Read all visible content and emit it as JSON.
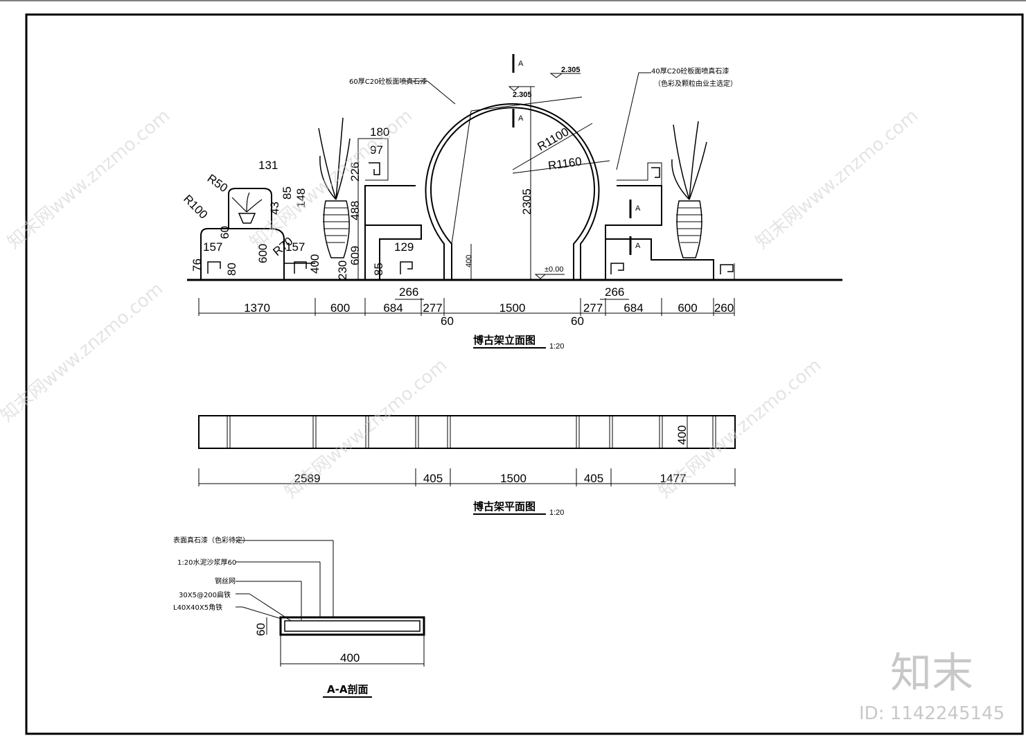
{
  "elevation": {
    "title": "博古架立面图",
    "scale": "1:20",
    "notes": {
      "left_finish": "60厚C20砼板面喷真石漆",
      "right_finish": "40厚C20砼板面喷真石漆",
      "right_finish_sub": "（色彩及颗粒由业主选定）"
    },
    "levels": {
      "top": "2.305",
      "top_inner": "2.305",
      "ground": "±0.00"
    },
    "section_mark": "A",
    "radii": [
      "R1100",
      "R1160",
      "R50",
      "R100",
      "R70"
    ],
    "height_labels": [
      "2305",
      "400"
    ],
    "left_cabinet_dims": [
      "131",
      "85",
      "148",
      "43",
      "157",
      "157",
      "60",
      "600",
      "400",
      "76",
      "80"
    ],
    "shelf_dims": [
      "180",
      "97",
      "226",
      "488",
      "609",
      "230",
      "85",
      "129",
      "266",
      "266"
    ],
    "bottom_dims": [
      "1370",
      "600",
      "684",
      "277",
      "1500",
      "277",
      "684",
      "600",
      "260"
    ],
    "bottom_dims_sub": [
      "60",
      "60"
    ]
  },
  "plan": {
    "title": "博古架平面图",
    "scale": "1:20",
    "depth": "400",
    "dims": [
      "2589",
      "405",
      "1500",
      "405",
      "1477"
    ]
  },
  "section": {
    "title": "A-A剖面",
    "layers": [
      "表面真石漆（色彩待定）",
      "1:20水泥沙浆厚60",
      "钢丝网",
      "30X5@200扁铁",
      "L40X40X5角铁"
    ],
    "thickness": "60",
    "width": "400"
  },
  "watermark": {
    "text": "知末网www.znzmo.com",
    "brand": "知末",
    "id": "ID: 1142245145"
  }
}
